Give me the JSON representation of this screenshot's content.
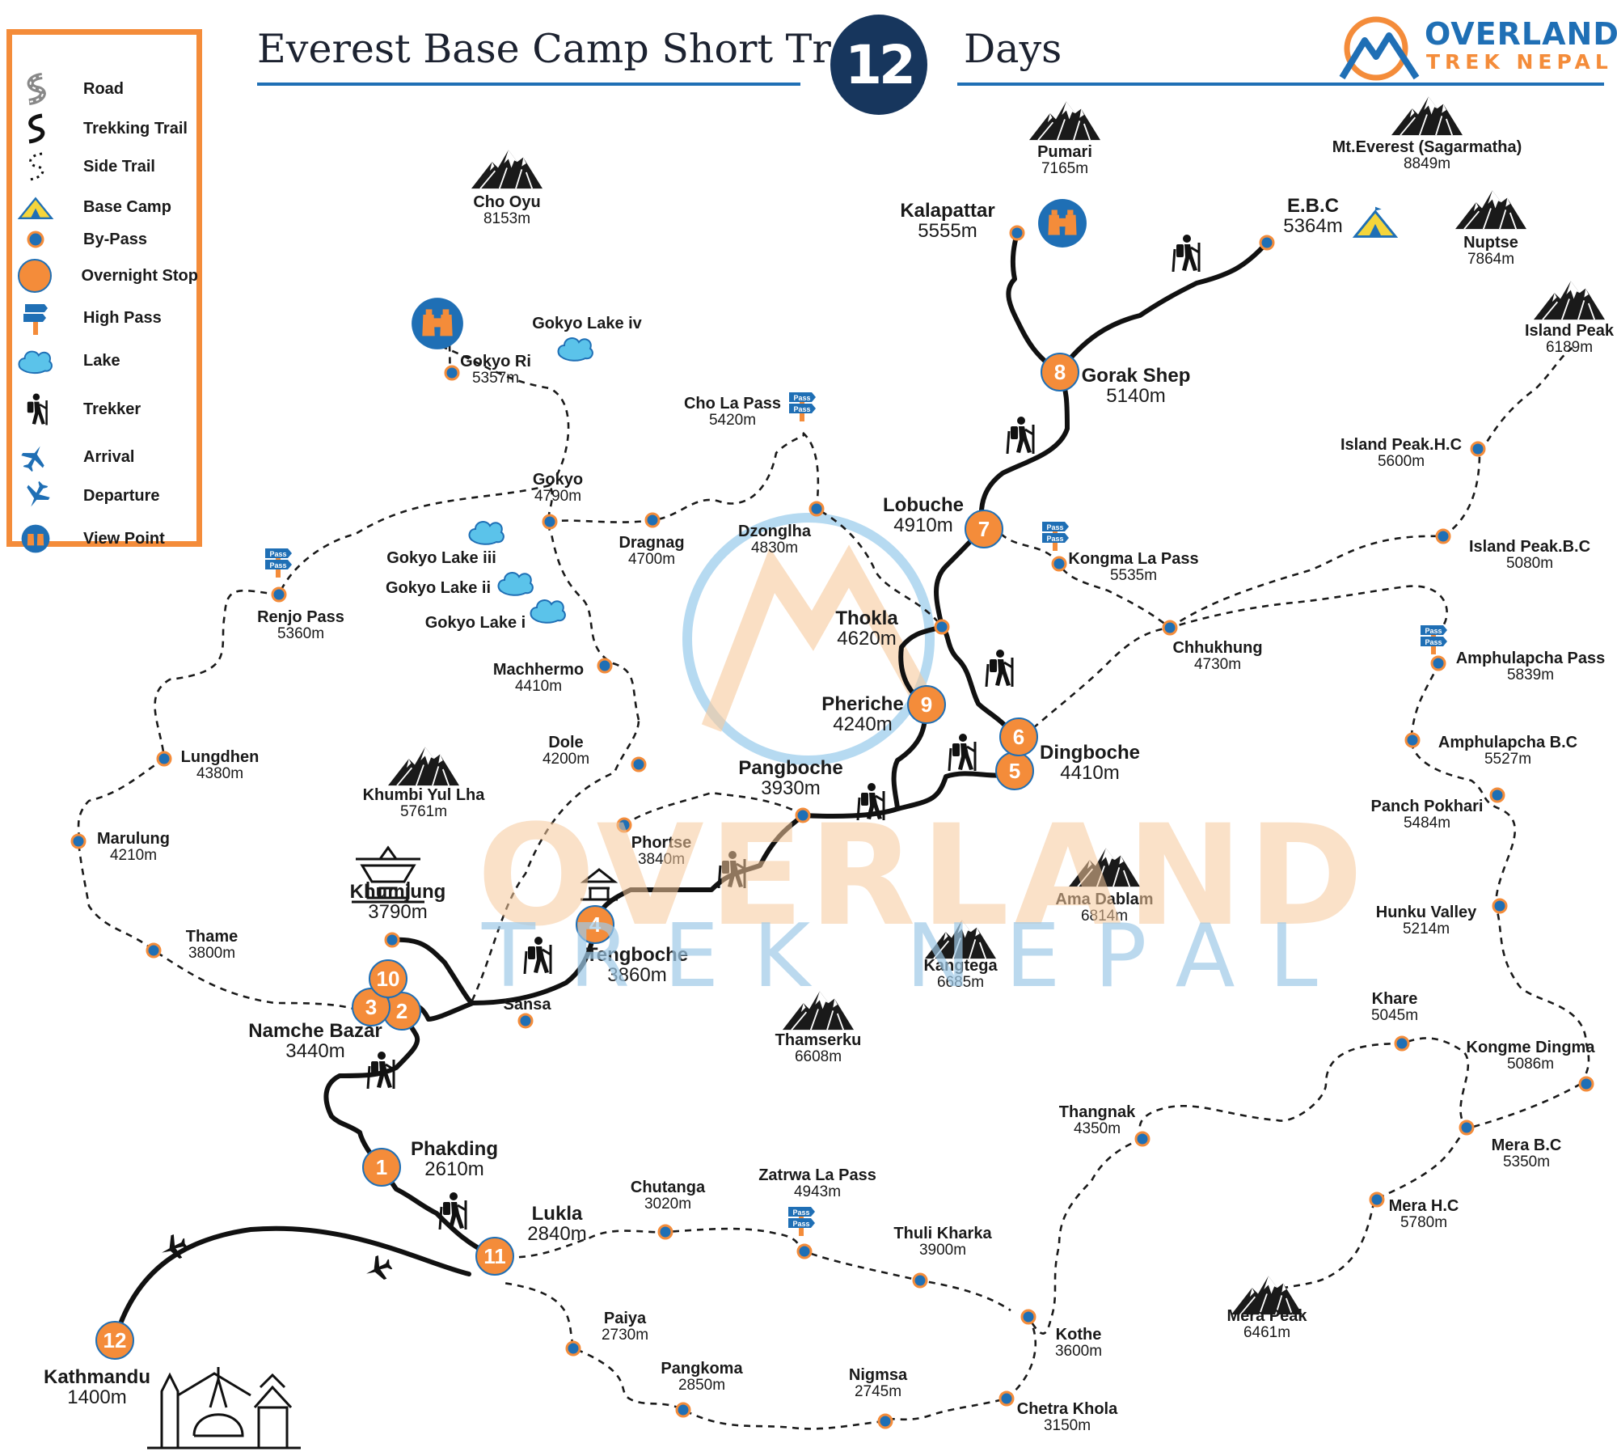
{
  "header": {
    "title": "Everest Base Camp Short Trek",
    "days_number": "12",
    "days_label": "Days"
  },
  "brand": {
    "line1": "OVERLAND",
    "line2": "TREK NEPAL"
  },
  "watermark": {
    "line1": "OVERLAND",
    "line2": "TREK NEPAL"
  },
  "colors": {
    "orange": "#f48c3a",
    "blue": "#1f6fb5",
    "navy": "#17365d",
    "lake": "#5bc3ea",
    "tent": "#f5d53b"
  },
  "legend": [
    {
      "icon": "road-icon",
      "label": "Road"
    },
    {
      "icon": "trekking-trail-icon",
      "label": "Trekking Trail"
    },
    {
      "icon": "side-trail-icon",
      "label": "Side Trail"
    },
    {
      "icon": "base-camp-tent-icon",
      "label": "Base  Camp"
    },
    {
      "icon": "by-pass-dot-icon",
      "label": "By-Pass"
    },
    {
      "icon": "overnight-stop-icon",
      "label": "Overnight Stop"
    },
    {
      "icon": "high-pass-sign-icon",
      "label": "High Pass"
    },
    {
      "icon": "lake-icon",
      "label": "Lake"
    },
    {
      "icon": "trekker-icon",
      "label": "Trekker"
    },
    {
      "icon": "arrival-plane-icon",
      "label": "Arrival"
    },
    {
      "icon": "departure-plane-icon",
      "label": "Departure"
    },
    {
      "icon": "view-point-binoculars-icon",
      "label": "View Point"
    }
  ],
  "pass_sign_text": "Pass",
  "overnight_stops": [
    "1",
    "2",
    "3",
    "4",
    "5",
    "6",
    "7",
    "8",
    "9",
    "10",
    "11",
    "12"
  ],
  "places": [
    {
      "name": "Kalapattar",
      "alt": "5555m"
    },
    {
      "name": "E.B.C",
      "alt": "5364m"
    },
    {
      "name": "Gorak Shep",
      "alt": "5140m"
    },
    {
      "name": "Lobuche",
      "alt": "4910m"
    },
    {
      "name": "Thokla",
      "alt": "4620m"
    },
    {
      "name": "Pheriche",
      "alt": "4240m"
    },
    {
      "name": "Dingboche",
      "alt": "4410m"
    },
    {
      "name": "Pangboche",
      "alt": "3930m"
    },
    {
      "name": "Tengboche",
      "alt": "3860m"
    },
    {
      "name": "Khumjung",
      "alt": "3790m"
    },
    {
      "name": "Namche Bazar",
      "alt": "3440m"
    },
    {
      "name": "Phakding",
      "alt": "2610m"
    },
    {
      "name": "Lukla",
      "alt": "2840m"
    },
    {
      "name": "Kathmandu",
      "alt": "1400m"
    },
    {
      "name": "Sansa",
      "alt": ""
    },
    {
      "name": "Phortse",
      "alt": "3840m"
    },
    {
      "name": "Dole",
      "alt": "4200m"
    },
    {
      "name": "Machhermo",
      "alt": "4410m"
    },
    {
      "name": "Gokyo",
      "alt": "4790m"
    },
    {
      "name": "Gokyo Ri",
      "alt": "5357m"
    },
    {
      "name": "Dragnag",
      "alt": "4700m"
    },
    {
      "name": "Dzonglha",
      "alt": "4830m"
    },
    {
      "name": "Cho La Pass",
      "alt": "5420m"
    },
    {
      "name": "Renjo Pass",
      "alt": "5360m"
    },
    {
      "name": "Lungdhen",
      "alt": "4380m"
    },
    {
      "name": "Marulung",
      "alt": "4210m"
    },
    {
      "name": "Thame",
      "alt": "3800m"
    },
    {
      "name": "Kongma La Pass",
      "alt": "5535m"
    },
    {
      "name": "Chhukhung",
      "alt": "4730m"
    },
    {
      "name": "Island Peak.H.C",
      "alt": "5600m"
    },
    {
      "name": "Island Peak.B.C",
      "alt": "5080m"
    },
    {
      "name": "Amphulapcha Pass",
      "alt": "5839m"
    },
    {
      "name": "Amphulapcha B.C",
      "alt": "5527m"
    },
    {
      "name": "Panch Pokhari",
      "alt": "5484m"
    },
    {
      "name": "Hunku Valley",
      "alt": "5214m"
    },
    {
      "name": "Khare",
      "alt": "5045m"
    },
    {
      "name": "Kongme Dingma",
      "alt": "5086m"
    },
    {
      "name": "Mera B.C",
      "alt": "5350m"
    },
    {
      "name": "Mera H.C",
      "alt": "5780m"
    },
    {
      "name": "Thangnak",
      "alt": "4350m"
    },
    {
      "name": "Chutanga",
      "alt": "3020m"
    },
    {
      "name": "Zatrwa La Pass",
      "alt": "4943m"
    },
    {
      "name": "Thuli Kharka",
      "alt": "3900m"
    },
    {
      "name": "Kothe",
      "alt": "3600m"
    },
    {
      "name": "Chetra Khola",
      "alt": "3150m"
    },
    {
      "name": "Nigmsa",
      "alt": "2745m"
    },
    {
      "name": "Pangkoma",
      "alt": "2850m"
    },
    {
      "name": "Paiya",
      "alt": "2730m"
    }
  ],
  "peaks": [
    {
      "name": "Pumari",
      "alt": "7165m"
    },
    {
      "name": "Mt.Everest (Sagarmatha)",
      "alt": "8849m"
    },
    {
      "name": "Nuptse",
      "alt": "7864m"
    },
    {
      "name": "Island Peak",
      "alt": "6189m"
    },
    {
      "name": "Cho Oyu",
      "alt": "8153m"
    },
    {
      "name": "Khumbi Yul Lha",
      "alt": "5761m"
    },
    {
      "name": "Ama Dablam",
      "alt": "6814m"
    },
    {
      "name": "Kangtega",
      "alt": "6685m"
    },
    {
      "name": "Thamserku",
      "alt": "6608m"
    },
    {
      "name": "Mera Peak",
      "alt": "6461m"
    }
  ],
  "lakes": [
    {
      "name": "Gokyo Lake iv"
    },
    {
      "name": "Gokyo Lake  iii"
    },
    {
      "name": "Gokyo Lake  ii"
    },
    {
      "name": "Gokyo Lake i"
    }
  ]
}
